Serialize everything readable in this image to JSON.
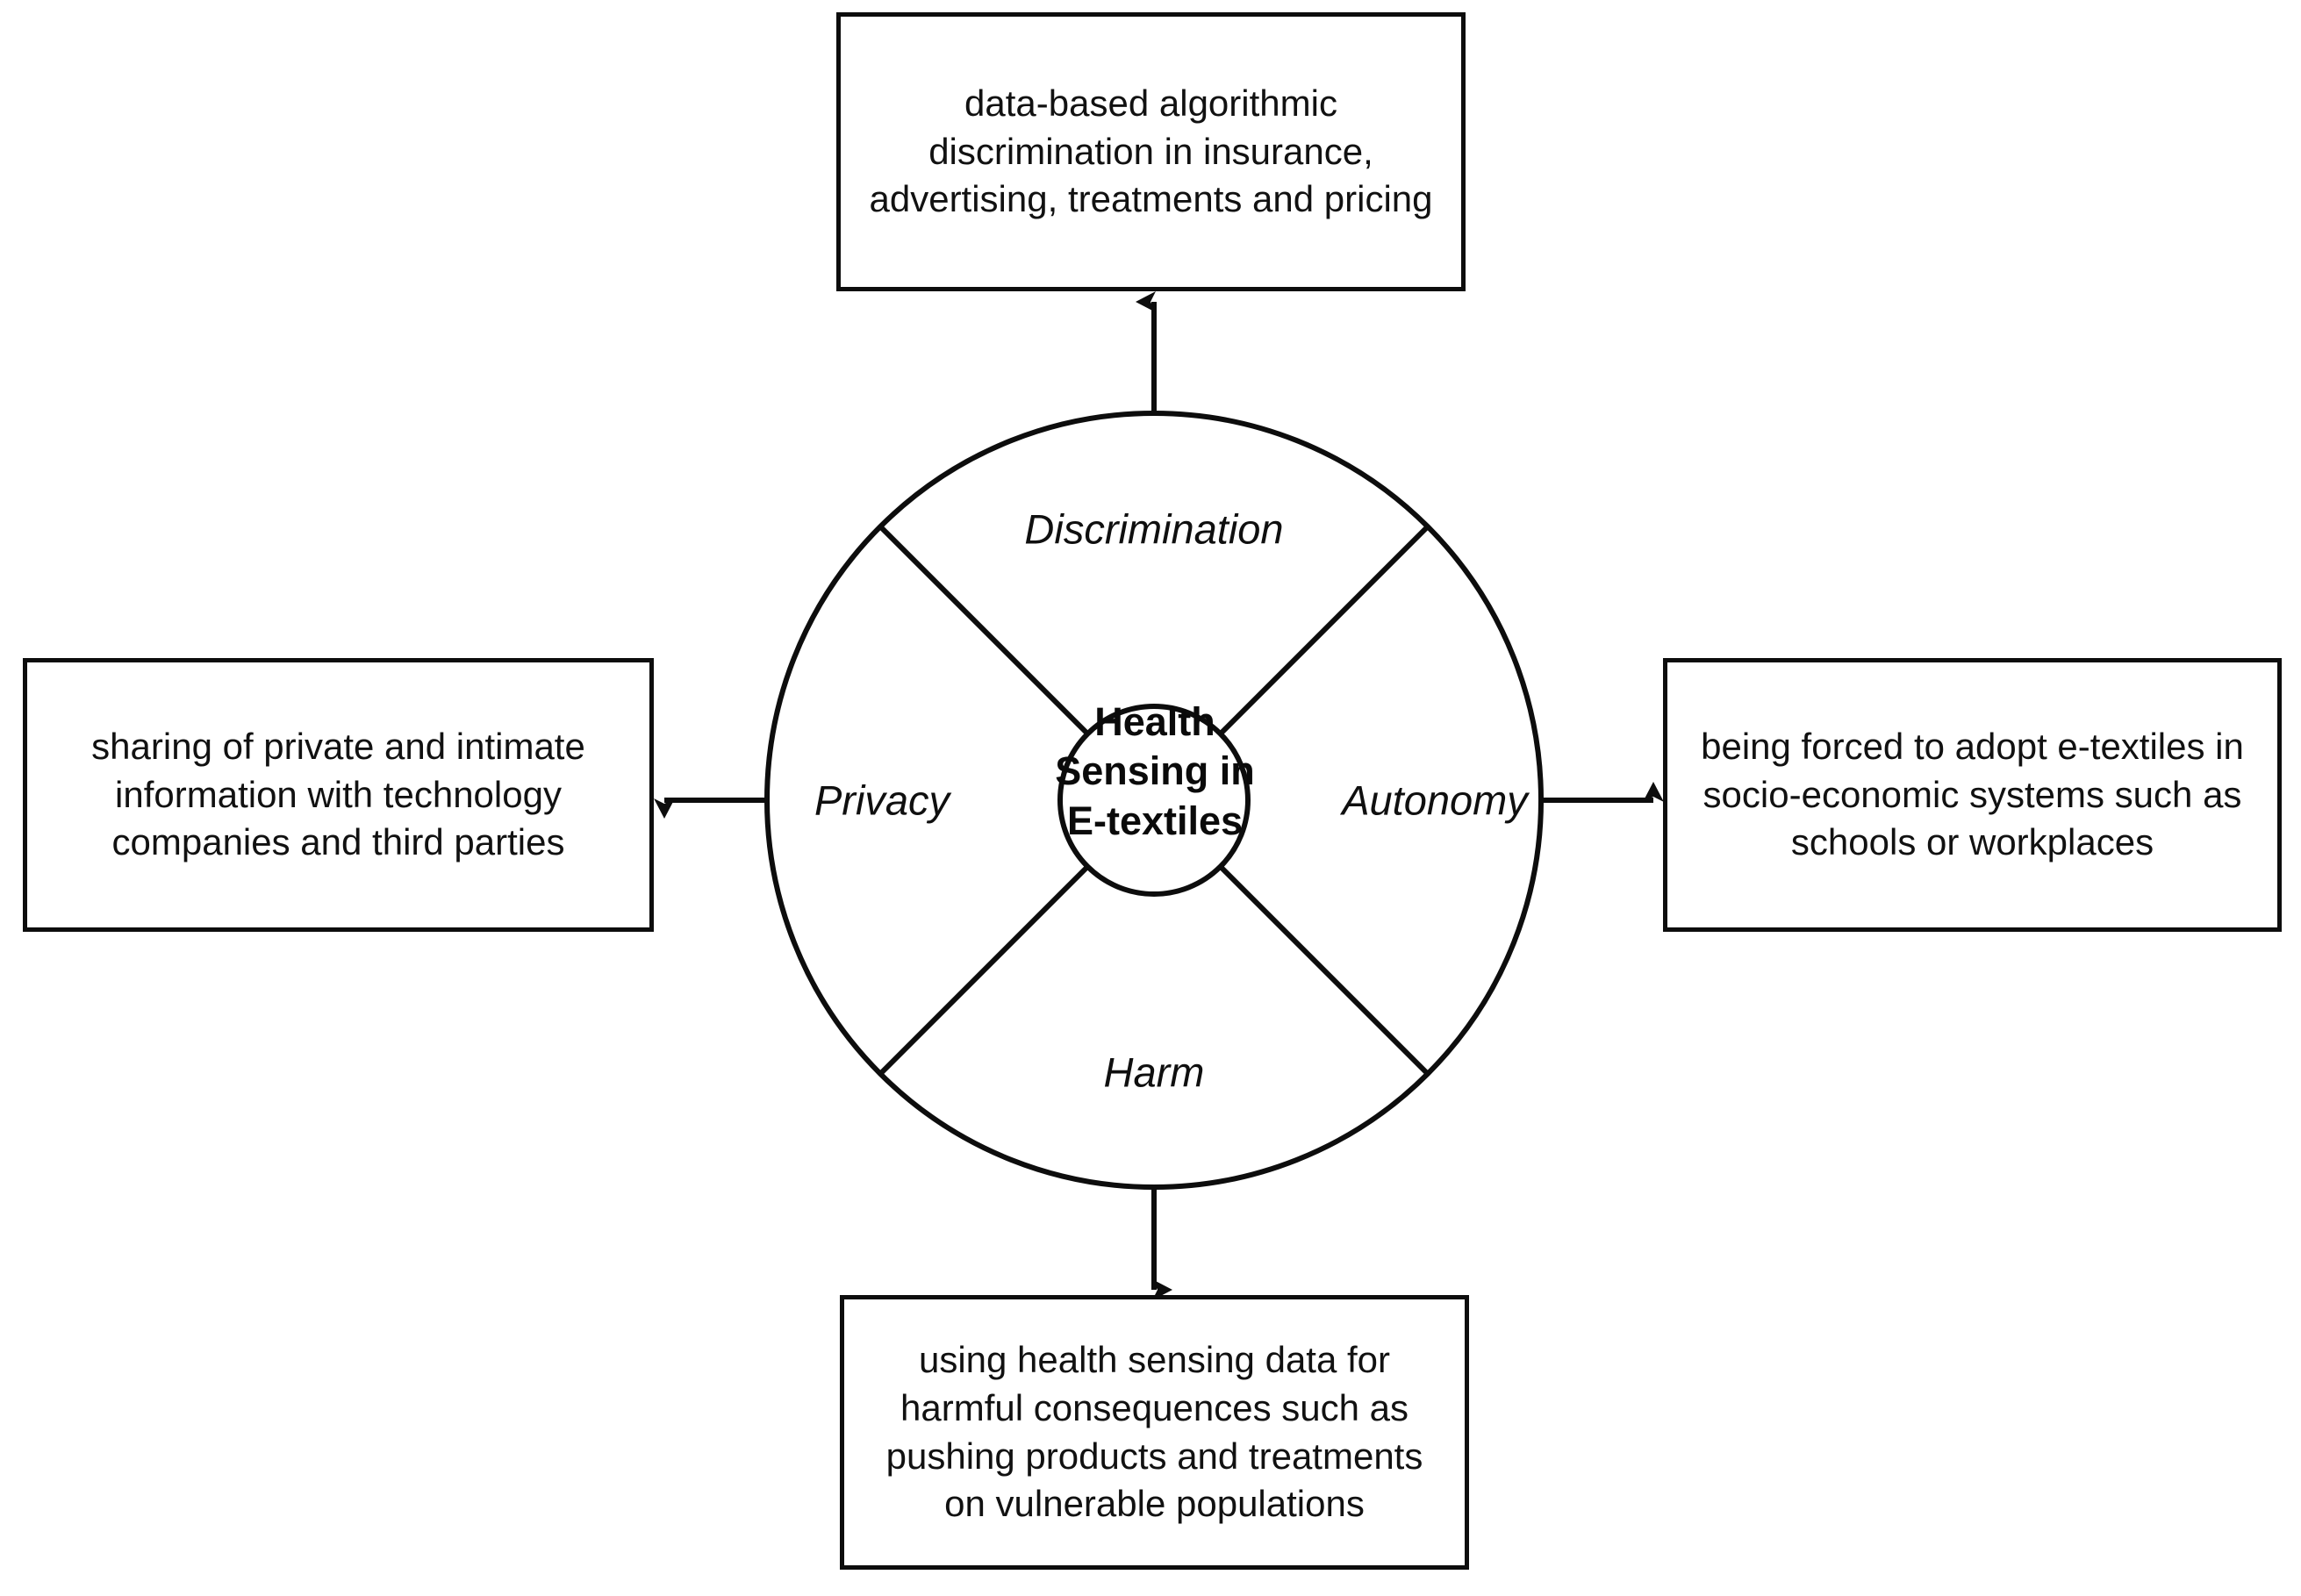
{
  "diagram": {
    "title": "Health Sensing in E-textiles ethical concerns wheel",
    "hub": {
      "label": "Health Sensing in E-textiles",
      "line1": "Health",
      "line2": "Sensing in",
      "line3": "E-textiles"
    },
    "ring_segments": [
      {
        "id": "discrimination",
        "label": "Discrimination",
        "position": "top"
      },
      {
        "id": "autonomy",
        "label": "Autonomy",
        "position": "right"
      },
      {
        "id": "harm",
        "label": "Harm",
        "position": "bottom"
      },
      {
        "id": "privacy",
        "label": "Privacy",
        "position": "left"
      }
    ],
    "callouts": [
      {
        "id": "discrimination-callout",
        "position": "top",
        "arrow_direction": "up",
        "text": "data-based algorithmic discrimination in insurance, advertising, treatments and pricing"
      },
      {
        "id": "privacy-callout",
        "position": "left",
        "arrow_direction": "left",
        "text": "sharing of private and intimate information with technology companies and third parties"
      },
      {
        "id": "autonomy-callout",
        "position": "right",
        "arrow_direction": "right",
        "text": "being forced to adopt e-textiles in socio-economic systems such as schools or workplaces"
      },
      {
        "id": "harm-callout",
        "position": "bottom",
        "arrow_direction": "down",
        "text": "using health sensing data for harmful consequences such as pushing products and treatments on vulnerable populations"
      }
    ],
    "colors": {
      "stroke": "#0d0d0d",
      "text": "#111111",
      "background": "#ffffff"
    }
  }
}
